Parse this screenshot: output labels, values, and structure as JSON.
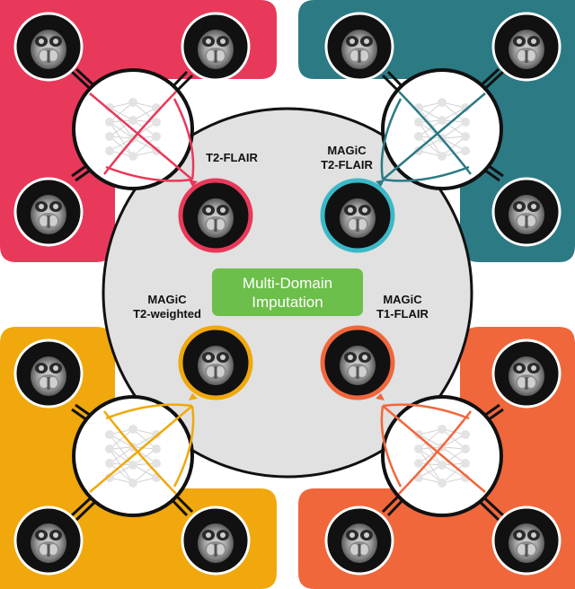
{
  "center": {
    "line1": "Multi-Domain",
    "line2": "Imputation",
    "color": "#6cbf4a"
  },
  "labels": {
    "t2_flair": {
      "line1": "T2-FLAIR"
    },
    "magic_t2_flair": {
      "line1": "MAGiC",
      "line2": "T2-FLAIR"
    },
    "magic_t2_weighted": {
      "line1": "MAGiC",
      "line2": "T2-weighted"
    },
    "magic_t1_flair": {
      "line1": "MAGiC",
      "line2": "T1-FLAIR"
    }
  },
  "colors": {
    "top_left": "#e8395a",
    "top_right": "#2c7a84",
    "bottom_left": "#f0a80d",
    "bottom_right": "#f0673c",
    "center_disc": "#e1e1e1",
    "outline": "#111111"
  },
  "icons": [
    "brain-mri-icon",
    "neural-network-icon"
  ]
}
